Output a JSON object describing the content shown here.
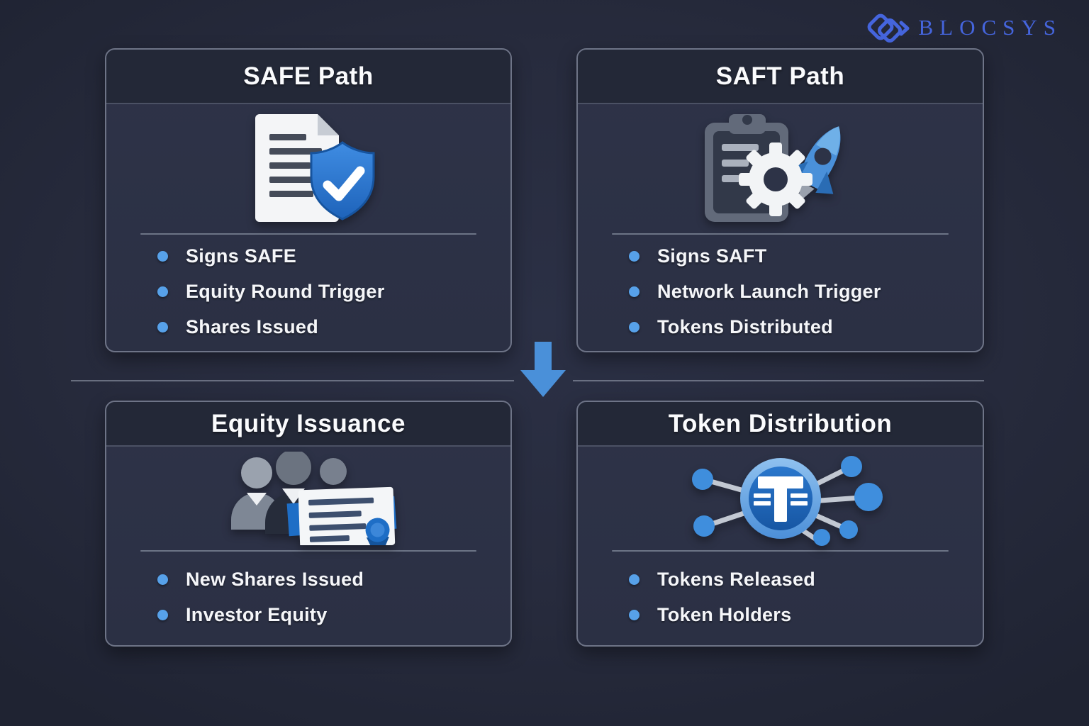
{
  "brand": {
    "name": "BLOCSYS",
    "logo_icon": "blocsys-diamonds-icon",
    "logo_color": "#4565dd"
  },
  "colors": {
    "background": "#272b3d",
    "card_body": "#2d3347",
    "card_header": "#232837",
    "card_border": "#6e7487",
    "bullet_dot": "#57a1e9",
    "arrow_blue": "#4a90d9",
    "title_text": "#fafbfd"
  },
  "connector": {
    "arrow_icon": "down-arrow-icon",
    "direction": "down"
  },
  "cards": [
    {
      "id": "safe-path",
      "title": "SAFE Path",
      "icon": "document-shield-check-icon",
      "bullets": [
        "Signs SAFE",
        "Equity Round Trigger",
        "Shares Issued"
      ]
    },
    {
      "id": "saft-path",
      "title": "SAFT Path",
      "icon": "clipboard-gear-rocket-icon",
      "bullets": [
        "Signs SAFT",
        "Network Launch Trigger",
        "Tokens Distributed"
      ]
    },
    {
      "id": "equity-issuance",
      "title": "Equity Issuance",
      "icon": "people-certificate-icon",
      "bullets": [
        "New Shares Issued",
        "Investor Equity"
      ]
    },
    {
      "id": "token-distribution",
      "title": "Token Distribution",
      "icon": "token-network-coin-icon",
      "bullets": [
        "Tokens Released",
        "Token Holders"
      ]
    }
  ]
}
